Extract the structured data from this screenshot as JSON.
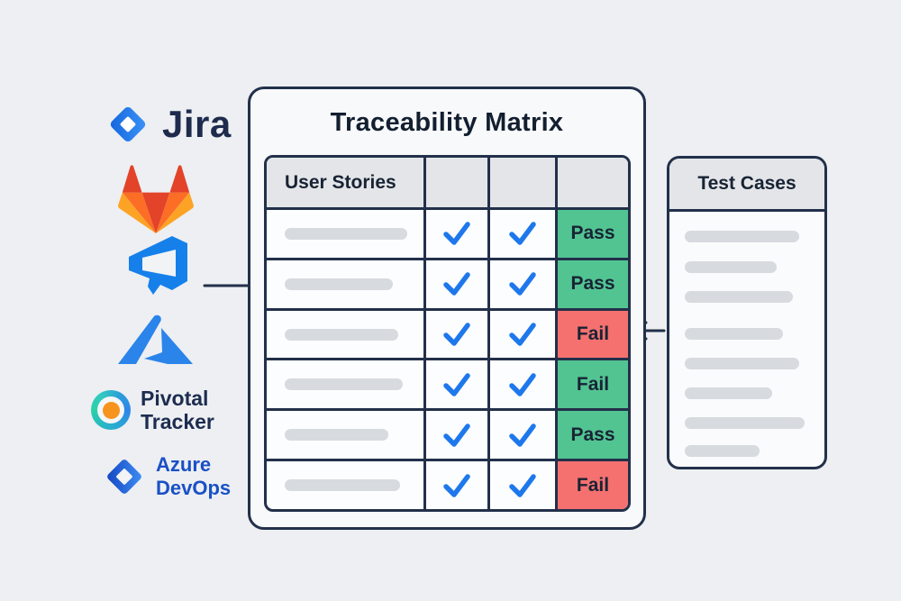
{
  "colors": {
    "background": "#edeff2",
    "panel_fill": "#f8f9fb",
    "outline_navy": "#22304a",
    "header_gray": "#e3e5e8",
    "placeholder_gray": "#d7dade",
    "pass_green": "#52c492",
    "fail_red": "#f4716f",
    "check_blue": "#1e78ec",
    "jira_blue": "#2684ff",
    "gitlab_orange": "#fc6d26",
    "azure_blue": "#2a84ea",
    "pivotal_orange": "#f7941e",
    "azure_devops_text_blue": "#1a50c6"
  },
  "tools": [
    {
      "name": "jira",
      "label": "Jira"
    },
    {
      "name": "gitlab"
    },
    {
      "name": "azure-devops-services"
    },
    {
      "name": "azure"
    },
    {
      "name": "pivotal-tracker",
      "label_line1": "Pivotal",
      "label_line2": "Tracker"
    },
    {
      "name": "azure-devops",
      "label_line1": "Azure",
      "label_line2": "DevOps"
    }
  ],
  "matrix": {
    "title": "Traceability Matrix",
    "columns": [
      "User Stories",
      "",
      "",
      ""
    ],
    "rows": [
      {
        "story_bar": "width:136px",
        "check1": true,
        "check2": true,
        "status": "Pass",
        "style": "green"
      },
      {
        "story_bar": "width:120px",
        "check1": true,
        "check2": true,
        "status": "Pass",
        "style": "green"
      },
      {
        "story_bar": "width:126px",
        "check1": true,
        "check2": true,
        "status": "Fail",
        "style": "red"
      },
      {
        "story_bar": "width:131px",
        "check1": true,
        "check2": true,
        "status": "Fail",
        "style": "green"
      },
      {
        "story_bar": "width:115px",
        "check1": true,
        "check2": true,
        "status": "Pass",
        "style": "green"
      },
      {
        "story_bar": "width:128px",
        "check1": true,
        "check2": true,
        "status": "Fail",
        "style": "red"
      }
    ]
  },
  "test_cases": {
    "title": "Test Cases",
    "bars": [
      "top:80px;width:127px",
      "top:114px;width:102px",
      "top:147px;width:120px",
      "top:188px;width:109px",
      "top:221px;width:127px",
      "top:254px;width:97px",
      "top:287px;width:133px",
      "top:318px;width:83px"
    ]
  }
}
